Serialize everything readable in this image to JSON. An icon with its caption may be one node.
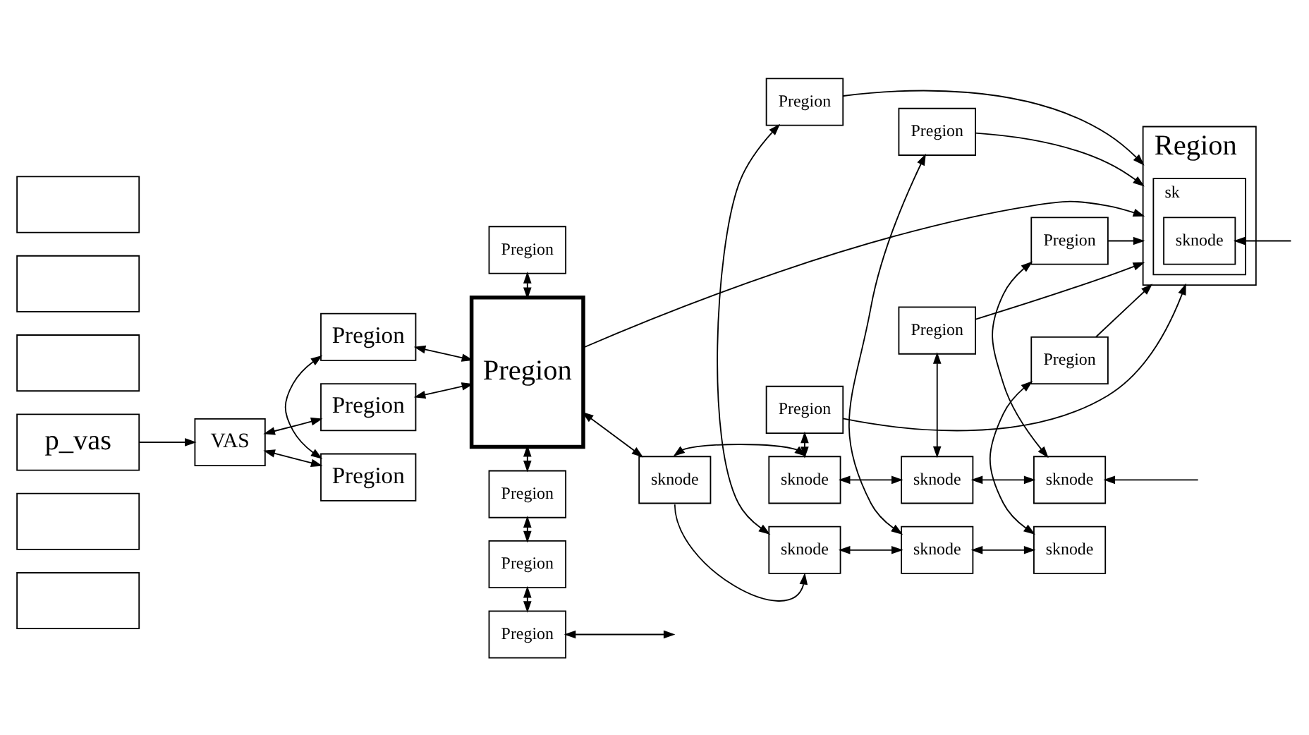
{
  "diagram": {
    "nodes": [
      {
        "text": [],
        "shape": "box"
      },
      {
        "text": [],
        "shape": "box"
      },
      {
        "text": [
          "p_vas"
        ]
      },
      {
        "text": [],
        "shape": "box"
      },
      {
        "text": [],
        "shape": "box"
      },
      {
        "text": [],
        "shape": "box"
      },
      {
        "text": [
          "VAS"
        ]
      },
      {
        "text": [
          "Pregion"
        ]
      },
      {
        "text": [
          "Pregion"
        ]
      },
      {
        "text": [
          "Pregion"
        ]
      },
      {
        "text": [
          "Pregion"
        ]
      },
      {
        "text": [
          "Pregion"
        ]
      },
      {
        "text": [
          "sknode"
        ]
      },
      {
        "text": [
          "Pregion"
        ]
      },
      {
        "text": [
          "Pregion"
        ]
      },
      {
        "text": [
          "Pregion"
        ]
      },
      {
        "text": [
          "sknode"
        ]
      },
      {
        "text": [
          "sknode"
        ]
      },
      {
        "text": [
          "sknode"
        ]
      },
      {
        "text": [
          "Pregion"
        ]
      },
      {
        "text": [
          "Pregion"
        ]
      },
      {
        "text": [
          "Pregion"
        ]
      },
      {
        "text": [
          "Region"
        ]
      },
      {
        "text": [
          "sk"
        ],
        "in": 22
      },
      {
        "text": [
          "sknode"
        ],
        "in": 23
      },
      {
        "text": [
          "Pregion"
        ]
      },
      {
        "text": [
          "Pregion"
        ]
      },
      {
        "text": [
          "Pregion"
        ]
      },
      {
        "text": [
          "sknode"
        ]
      },
      {
        "text": [
          "sknode"
        ]
      },
      {
        "text": [
          "sknode"
        ]
      }
    ],
    "edges": [
      {
        "from": 2,
        "to": 6,
        "arrow": "to"
      },
      {
        "from": 6,
        "to": 7,
        "arrow": "both"
      },
      {
        "from": 6,
        "to": 9,
        "arrow": "both"
      },
      {
        "from": 7,
        "to": 11,
        "arrow": "both"
      },
      {
        "from": 8,
        "to": 11,
        "arrow": "both"
      },
      {
        "from": 8,
        "to": 9,
        "arrow": "both"
      },
      {
        "from": 10,
        "to": 11,
        "arrow": "both"
      },
      {
        "from": 11,
        "to": 12,
        "arrow": "both"
      },
      {
        "from": 11,
        "to": 13,
        "arrow": "both"
      },
      {
        "from": 13,
        "to": 14,
        "arrow": "both"
      },
      {
        "from": 14,
        "to": 15,
        "arrow": "both"
      },
      {
        "from": 15,
        "to": null,
        "arrow": "both"
      },
      {
        "from": 11,
        "to": 22,
        "arrow": "to"
      },
      {
        "from": 16,
        "to": 12,
        "arrow": "both"
      },
      {
        "from": 12,
        "to": 28,
        "arrow": "to"
      },
      {
        "from": 16,
        "to": 17,
        "arrow": "both"
      },
      {
        "from": 17,
        "to": 18,
        "arrow": "both"
      },
      {
        "from": null,
        "to": 18,
        "arrow": "to"
      },
      {
        "from": 16,
        "to": 19,
        "arrow": "both"
      },
      {
        "from": 17,
        "to": 20,
        "arrow": "both"
      },
      {
        "from": 18,
        "to": 21,
        "arrow": "both"
      },
      {
        "from": 19,
        "to": 22,
        "arrow": "to"
      },
      {
        "from": 20,
        "to": 22,
        "arrow": "to"
      },
      {
        "from": 21,
        "to": 22,
        "arrow": "to"
      },
      {
        "from": 25,
        "to": 22,
        "arrow": "to"
      },
      {
        "from": 26,
        "to": 22,
        "arrow": "to"
      },
      {
        "from": 27,
        "to": 22,
        "arrow": "to"
      },
      {
        "from": 25,
        "to": 28,
        "arrow": "both"
      },
      {
        "from": 26,
        "to": 29,
        "arrow": "both"
      },
      {
        "from": 27,
        "to": 30,
        "arrow": "both"
      },
      {
        "from": 28,
        "to": 29,
        "arrow": "both"
      },
      {
        "from": 29,
        "to": 30,
        "arrow": "both"
      },
      {
        "from": null,
        "to": 24,
        "arrow": "to"
      }
    ]
  }
}
